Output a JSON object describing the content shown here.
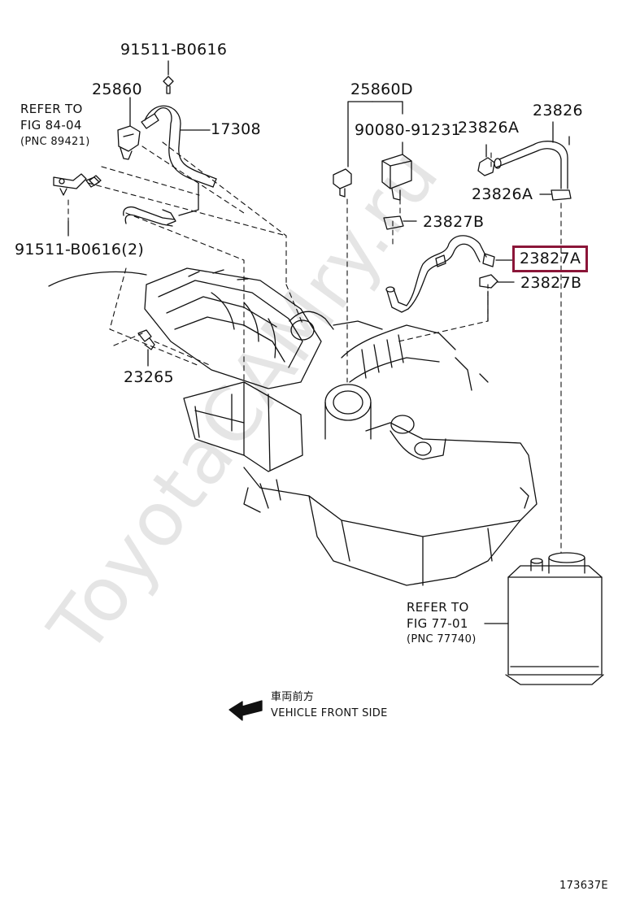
{
  "parts": {
    "p91511_top": "91511-B0616",
    "p25860": "25860",
    "p17308": "17308",
    "p91511_2": "91511-B0616(2)",
    "p23265": "23265",
    "p25860D": "25860D",
    "p90080": "90080-91231",
    "p23826A_top": "23826A",
    "p23826": "23826",
    "p23826A_mid": "23826A",
    "p23827B_left": "23827B",
    "p23827A": "23827A",
    "p23827B_right": "23827B"
  },
  "refer_left": {
    "line1": "REFER TO",
    "line2": "FIG 84-04",
    "line3": "(PNC 89421)"
  },
  "refer_right": {
    "line1": "REFER TO",
    "line2": "FIG 77-01",
    "line3": "(PNC 77740)"
  },
  "direction": {
    "japanese": "車両前方",
    "english": "VEHICLE FRONT SIDE"
  },
  "figure_id": "173637E",
  "watermark": "ToyotaCAMry.ru",
  "colors": {
    "highlight": "#8b1538",
    "ink": "#111111"
  }
}
